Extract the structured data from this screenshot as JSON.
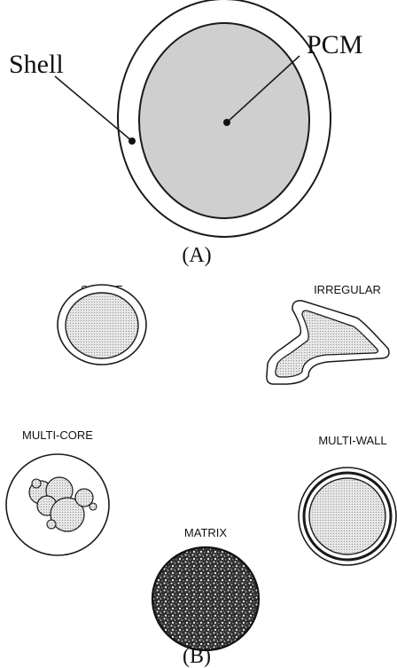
{
  "panel_a": {
    "shell_label": "Shell",
    "core_label": "PCM",
    "caption": "(A)"
  },
  "panel_b": {
    "simple_label": "SIMPLE",
    "irregular_label": "IRREGULAR",
    "multi_core_label": "MULTI-CORE",
    "multi_wall_label": "MULTI-WALL",
    "matrix_label": "MATRIX",
    "caption": "(B)"
  },
  "colors": {
    "core_fill": "#cfcfcf",
    "stroke": "#1a1a1a",
    "dot_fill": "#d8d8d8",
    "matrix_dark": "#2a2a2a"
  }
}
